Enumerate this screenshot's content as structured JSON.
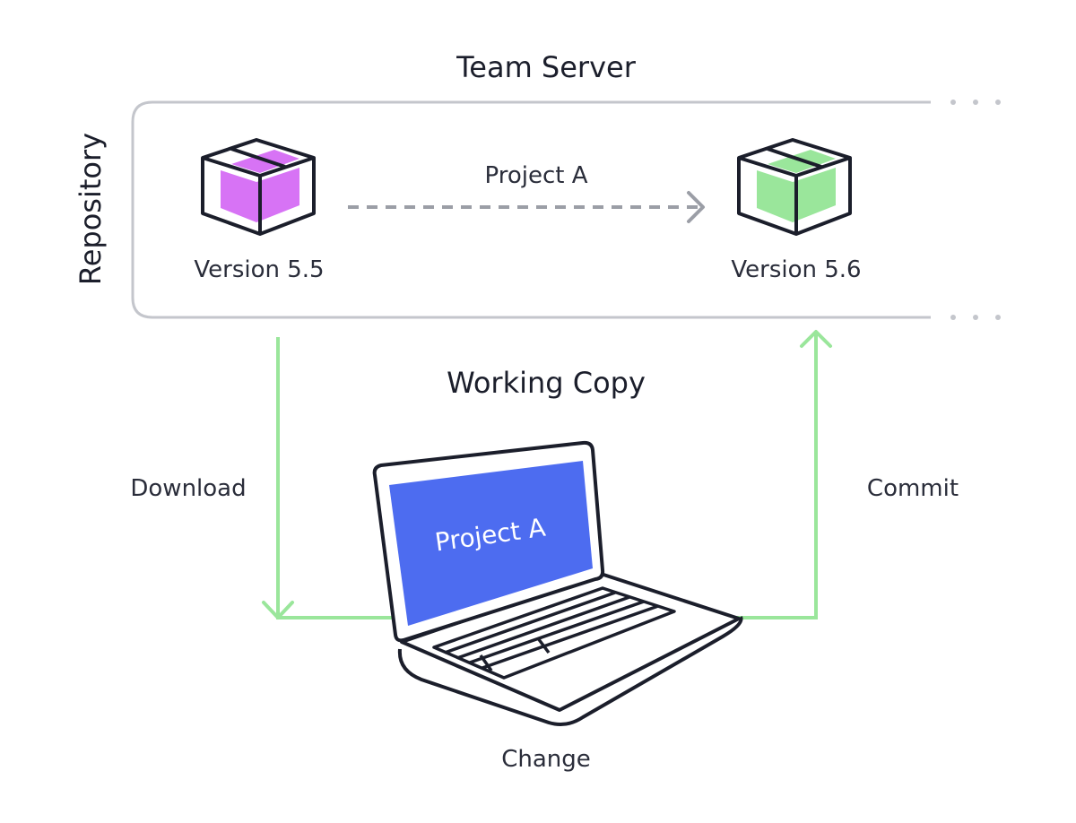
{
  "diagram": {
    "server_title": "Team Server",
    "repository_label": "Repository",
    "working_copy_title": "Working Copy",
    "versions": [
      {
        "label": "Version 5.5",
        "icon": "package-box-icon",
        "color": "#d773f5"
      },
      {
        "label": "Version 5.6",
        "icon": "package-box-icon",
        "color": "#9ae69b"
      }
    ],
    "transition_label": "Project A",
    "download_label": "Download",
    "commit_label": "Commit",
    "change_label": "Change",
    "laptop_screen_text": "Project A",
    "colors": {
      "outline": "#1b1e2b",
      "repository_border": "#c4c6cc",
      "dashed_arrow": "#9b9ea6",
      "flow_arrow": "#9ae69b",
      "screen": "#4d6cf0"
    }
  }
}
